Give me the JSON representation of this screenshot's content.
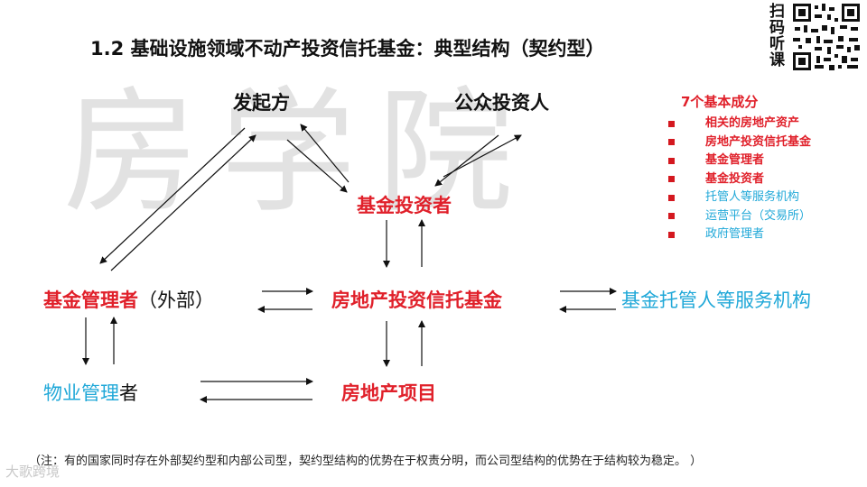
{
  "title": "1.2 基础设施领域不动产投资信托基金：典型结构（契约型）",
  "watermark": "房学院",
  "qr_label": "扫码听课",
  "nodes": {
    "sponsor": "发起方",
    "public_investors": "公众投资人",
    "fund_investors": "基金投资者",
    "fund_manager": "基金管理者",
    "fund_manager_suffix": "（外部）",
    "reit": "房地产投资信托基金",
    "custodian": "基金托管人等服务机构",
    "property_manager_part": "物业管理",
    "property_manager_tail": "者",
    "project": "房地产项目"
  },
  "components": {
    "title": "7个基本成分",
    "items": [
      {
        "label": "相关的房地产资产",
        "color": "#e0202a",
        "bold": true
      },
      {
        "label": "房地产投资信托基金",
        "color": "#e0202a",
        "bold": true
      },
      {
        "label": "基金管理者",
        "color": "#e0202a",
        "bold": true
      },
      {
        "label": "基金投资者",
        "color": "#e0202a",
        "bold": true
      },
      {
        "label": "托管人等服务机构",
        "color": "#20a8d8",
        "bold": false
      },
      {
        "label": "运营平台（交易所）",
        "color": "#20a8d8",
        "bold": false
      },
      {
        "label": "政府管理者",
        "color": "#20a8d8",
        "bold": false
      }
    ]
  },
  "footnote": "（注：有的国家同时存在外部契约型和内部公司型，契约型结构的优势在于权责分明，而公司型结构的优势在于结构较为稳定。 ）",
  "logo": "大歌跨境"
}
